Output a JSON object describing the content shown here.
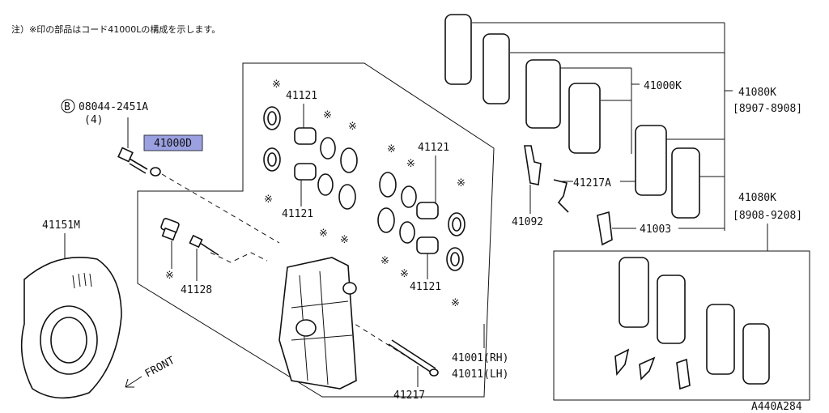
{
  "note": "注）※印の部品はコード41000Lの構成を示します。",
  "labels": {
    "bolt_code": "08044-2451A",
    "bolt_qty": "(4)",
    "bolt_marker": "B",
    "highlight": "41000D",
    "pin_41121_a": "41121",
    "pin_41121_b": "41121",
    "pin_41121_c": "41121",
    "pin_41121_d": "41121",
    "shield": "41151M",
    "bleeder": "41128",
    "caliper_rh": "41001(RH)",
    "caliper_lh": "41011(LH)",
    "pin_long": "41217",
    "pad_kit": "41000K",
    "clip_a": "41217A",
    "clip_b": "41092",
    "shim": "41003",
    "set_a_code": "41080K",
    "set_a_date": "[8907-8908]",
    "set_b_code": "41080K",
    "set_b_date": "[8908-9208]",
    "front": "FRONT",
    "diagram_id": "A440A284",
    "star": "※"
  }
}
